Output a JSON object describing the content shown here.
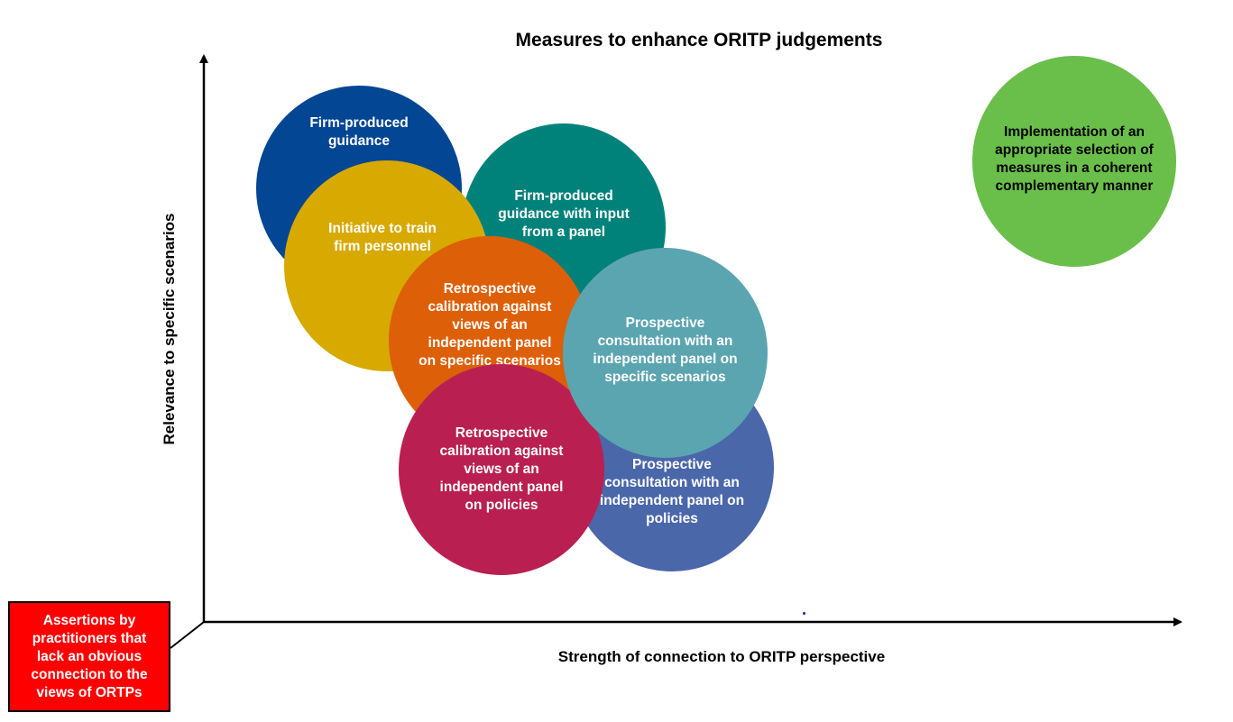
{
  "diagram": {
    "title": "Measures to enhance ORITP judgements",
    "x_axis_label": "Strength of connection to ORITP perspective",
    "y_axis_label": "Relevance to specific scenarios",
    "bottom_left_box": "Assertions by\npractitioners that\nlack an obvious\nconnection to the\nviews of ORTPs",
    "bubbles": [
      {
        "id": "firm-guidance",
        "text": "Firm-produced\nguidance",
        "color": "#034694",
        "text_color": "#ffffff"
      },
      {
        "id": "firm-guidance-panel",
        "text": "Firm-produced\nguidance with input\nfrom a panel",
        "color": "#00827B",
        "text_color": "#ffffff"
      },
      {
        "id": "train-personnel",
        "text": "Initiative to train\nfirm personnel",
        "color": "#D7A901",
        "text_color": "#ffffff"
      },
      {
        "id": "retro-scenarios",
        "text": "Retrospective\ncalibration against\nviews of an\nindependent panel\non specific scenarios",
        "color": "#DD5F07",
        "text_color": "#ffffff"
      },
      {
        "id": "prosp-policies",
        "text": "Prospective\nconsultation with an\nindependent panel on\npolicies",
        "color": "#4A67AA",
        "text_color": "#ffffff"
      },
      {
        "id": "retro-policies",
        "text": "Retrospective\ncalibration against\nviews of an\nindependent panel\non policies",
        "color": "#B92051",
        "text_color": "#ffffff"
      },
      {
        "id": "prosp-scenarios",
        "text": "Prospective\nconsultation with an\nindependent panel on\nspecific scenarios",
        "color": "#5BA5B1",
        "text_color": "#ffffff"
      },
      {
        "id": "implementation",
        "text": "Implementation of an\nappropriate selection of\nmeasures in a coherent\ncomplementary manner",
        "color": "#6ABF4B",
        "text_color": "#000000"
      }
    ]
  }
}
